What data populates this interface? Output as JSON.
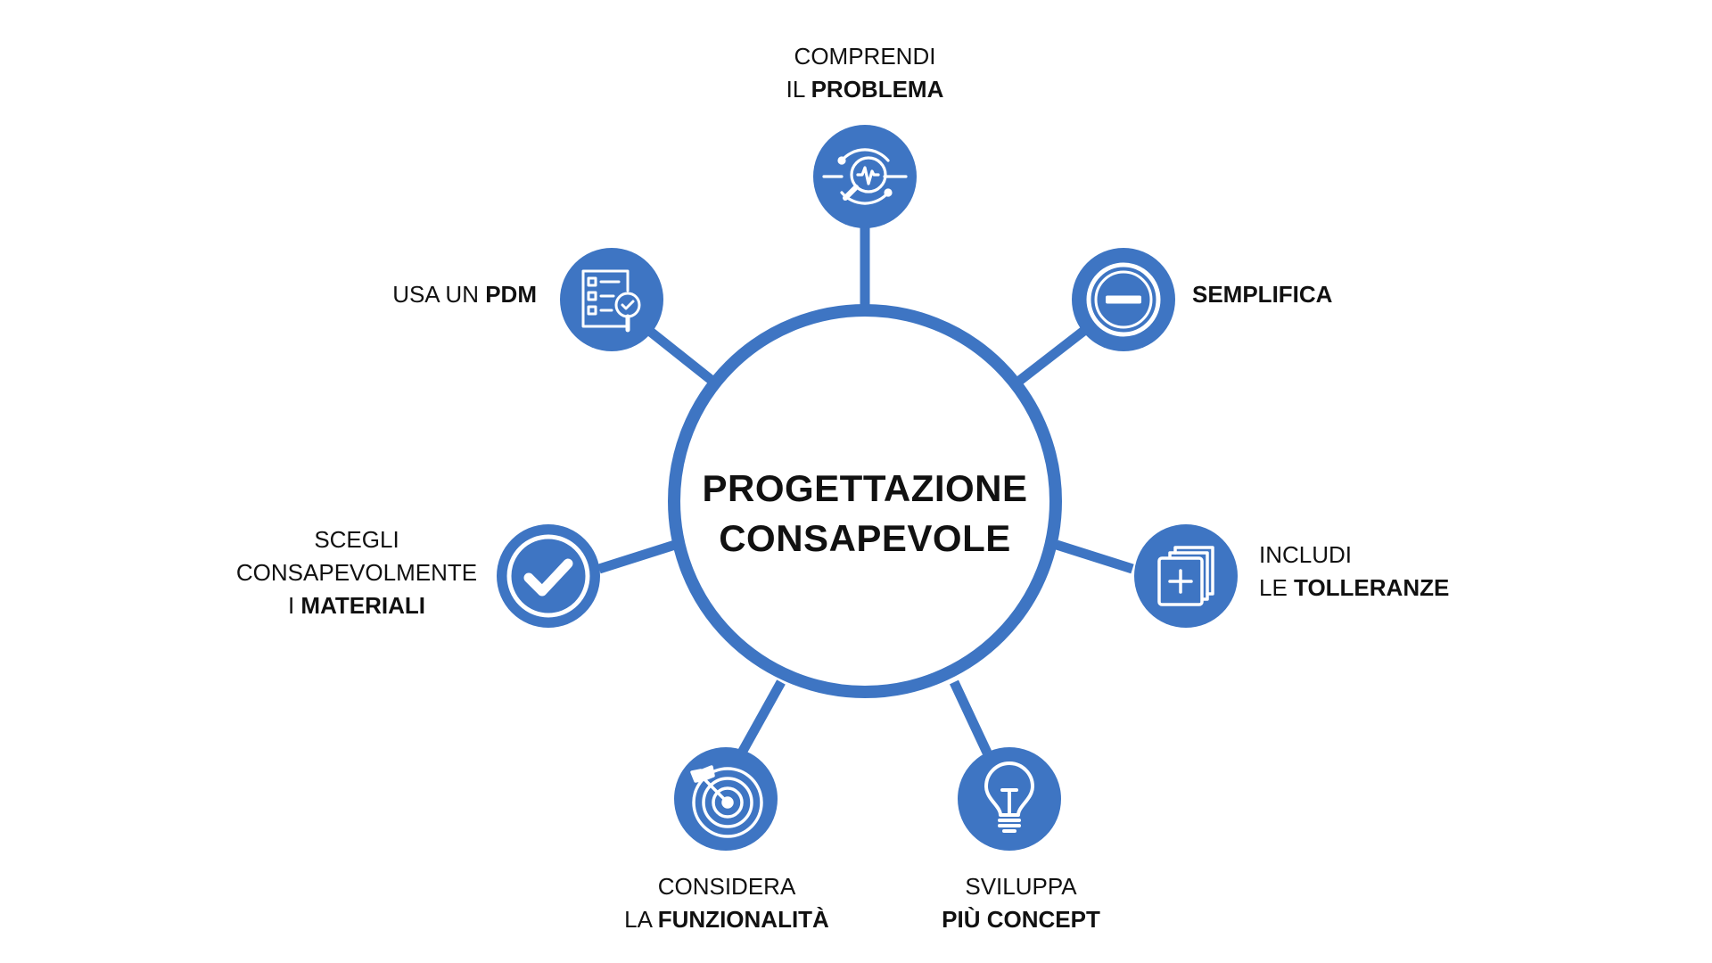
{
  "colors": {
    "primary": "#3e75c3",
    "icon_stroke": "#ffffff",
    "text": "#111111",
    "background": "#ffffff"
  },
  "center": {
    "line1": "PROGETTAZIONE",
    "line2": "CONSAPEVOLE"
  },
  "nodes": {
    "comprendi": {
      "icon": "magnifier-waveform-icon",
      "line1": "COMPRENDI",
      "line2_pre": "IL ",
      "line2_bold": "PROBLEMA"
    },
    "semplifica": {
      "icon": "minus-circle-icon",
      "bold": "SEMPLIFICA"
    },
    "tolleranze": {
      "icon": "add-layers-icon",
      "line1": "INCLUDI",
      "line2_pre": "LE ",
      "line2_bold": "TOLLERANZE"
    },
    "concept": {
      "icon": "lightbulb-icon",
      "line1": "SVILUPPA",
      "line2_bold": "PIÙ CONCEPT"
    },
    "funzionalita": {
      "icon": "target-arrow-icon",
      "line1": "CONSIDERA",
      "line2_pre": "LA ",
      "line2_bold": "FUNZIONALITÀ"
    },
    "materiali": {
      "icon": "checkmark-circle-icon",
      "line1": "SCEGLI",
      "line2": "CONSAPEVOLMENTE",
      "line3_pre": "I ",
      "line3_bold": "MATERIALI"
    },
    "pdm": {
      "icon": "checklist-search-icon",
      "pre": "USA UN ",
      "bold": "PDM"
    }
  }
}
